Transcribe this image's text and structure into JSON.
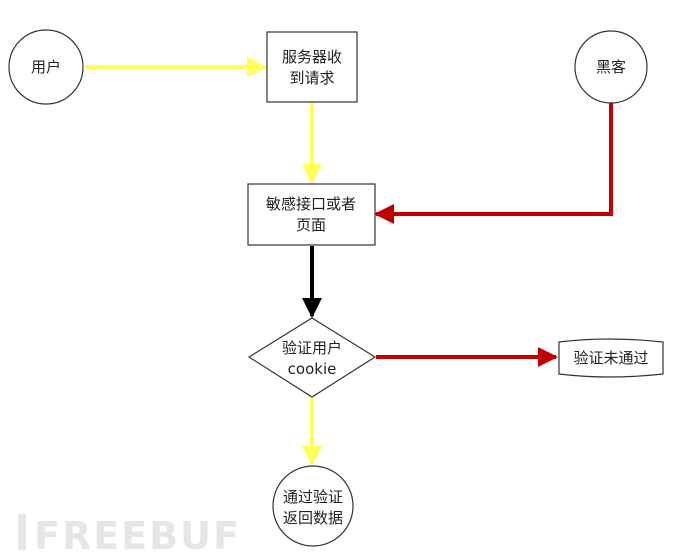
{
  "nodes": {
    "user": {
      "label": "用户"
    },
    "server": {
      "line1": "服务器收",
      "line2": "到请求"
    },
    "hacker": {
      "label": "黑客"
    },
    "sensitive": {
      "line1": "敏感接口或者",
      "line2": "页面"
    },
    "verify": {
      "line1": "验证用户",
      "line2": "cookie"
    },
    "fail": {
      "label": "验证未通过"
    },
    "pass": {
      "line1": "通过验证",
      "line2": "返回数据"
    }
  },
  "watermark": {
    "text": "FREEBUF"
  },
  "colors": {
    "yellow_edge": "#ffff55",
    "red_edge": "#c00000",
    "black_edge": "#000000",
    "stroke": "#333333"
  }
}
